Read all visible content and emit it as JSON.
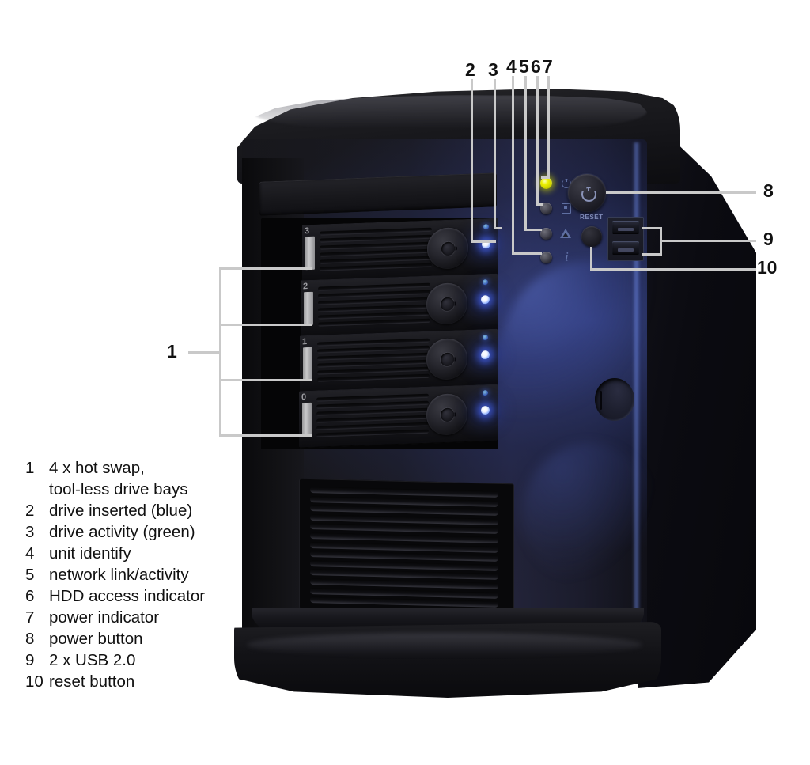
{
  "diagram": {
    "title": "Server tower front panel callout diagram",
    "subject": "4-bay hot swap tower server front bezel"
  },
  "legend": {
    "items": [
      {
        "num": "1",
        "label": "4 x hot swap,\ntool-less drive bays"
      },
      {
        "num": "2",
        "label": "drive inserted (blue)"
      },
      {
        "num": "3",
        "label": "drive activity (green)"
      },
      {
        "num": "4",
        "label": "unit identify"
      },
      {
        "num": "5",
        "label": "network link/activity"
      },
      {
        "num": "6",
        "label": "HDD access indicator"
      },
      {
        "num": "7",
        "label": "power indicator"
      },
      {
        "num": "8",
        "label": "power button"
      },
      {
        "num": "9",
        "label": "2 x USB 2.0"
      },
      {
        "num": "10",
        "label": "reset button"
      }
    ]
  },
  "callouts": {
    "top": [
      {
        "id": "callout-2",
        "num": "2",
        "target": "drive-inserted-led"
      },
      {
        "id": "callout-3",
        "num": "3",
        "target": "drive-activity-led"
      },
      {
        "id": "callout-4",
        "num": "4",
        "target": "unit-identify-led"
      },
      {
        "id": "callout-5",
        "num": "5",
        "target": "network-led"
      },
      {
        "id": "callout-6",
        "num": "6",
        "target": "hdd-access-led"
      },
      {
        "id": "callout-7",
        "num": "7",
        "target": "power-indicator-led"
      }
    ],
    "left": [
      {
        "id": "callout-1",
        "num": "1",
        "target": "drive-bay-group"
      }
    ],
    "right": [
      {
        "id": "callout-8",
        "num": "8",
        "target": "power-button"
      },
      {
        "id": "callout-9",
        "num": "9",
        "target": "usb-ports"
      },
      {
        "id": "callout-10",
        "num": "10",
        "target": "reset-button"
      }
    ]
  },
  "chassis": {
    "drive_bays": [
      {
        "label": "3"
      },
      {
        "label": "2"
      },
      {
        "label": "1"
      },
      {
        "label": "0"
      }
    ],
    "status_leds": [
      {
        "name": "power-indicator-led",
        "state": "on",
        "color": "#ecf000",
        "glyph": "power"
      },
      {
        "name": "hdd-access-led",
        "state": "off",
        "color": "#4a4a55",
        "glyph": "hdd"
      },
      {
        "name": "network-led",
        "state": "off",
        "color": "#4a4a55",
        "glyph": "network"
      },
      {
        "name": "unit-identify-led",
        "state": "off",
        "color": "#4a4a55",
        "glyph": "identify"
      }
    ],
    "reset_label": "RESET",
    "usb_ports": 2,
    "colors": {
      "drive_led_blue": "#3b5ce0",
      "power_led_yellow": "#ecf000",
      "bezel_dark": "#17171b",
      "bezel_blue_tint": "#23243a",
      "leader_line": "#c9c9c9",
      "text": "#111111"
    }
  }
}
